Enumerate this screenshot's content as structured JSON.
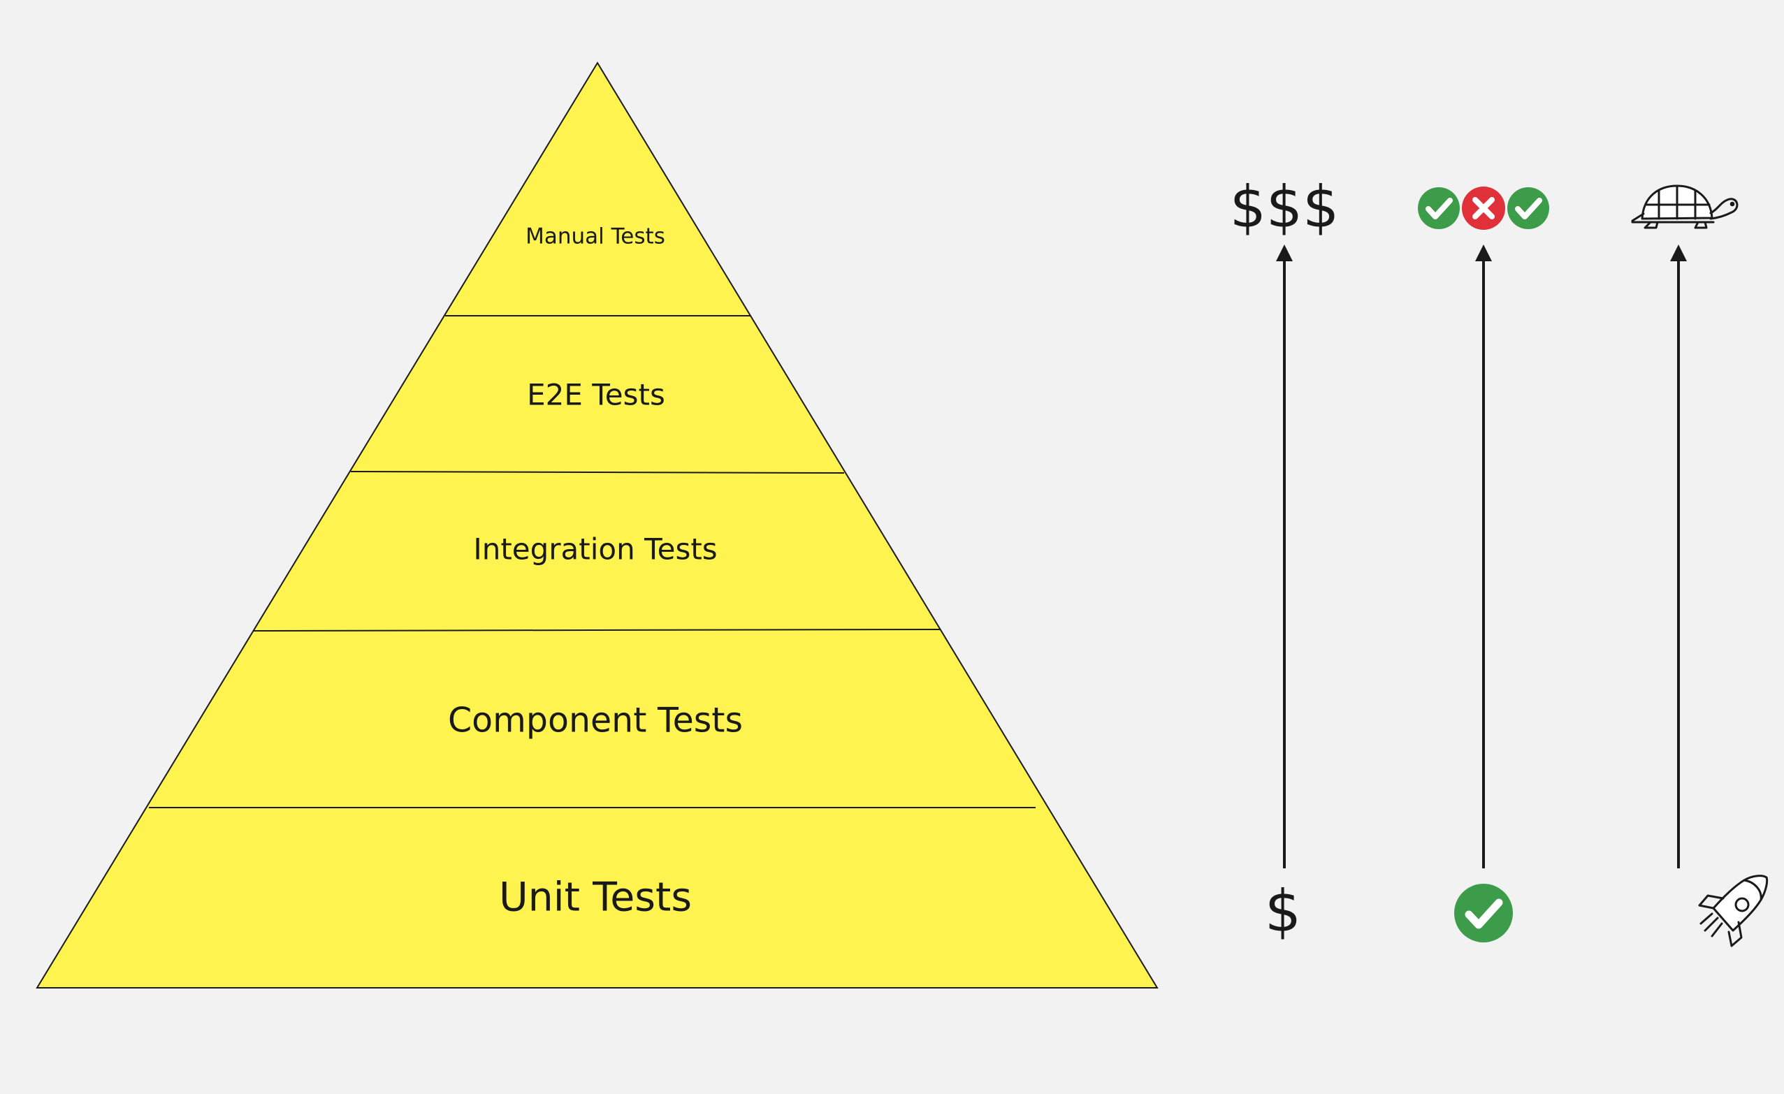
{
  "pyramid": {
    "fill_color": "#fff44f",
    "stroke_color": "#1a1a1a",
    "tiers": [
      {
        "label": "Manual Tests"
      },
      {
        "label": "E2E Tests"
      },
      {
        "label": "Integration Tests"
      },
      {
        "label": "Component Tests"
      },
      {
        "label": "Unit Tests"
      }
    ]
  },
  "scales": {
    "cost": {
      "top_label": "$$$",
      "bottom_label": "$"
    },
    "reliability": {
      "top_icons": [
        "check-icon",
        "cross-icon",
        "check-icon"
      ],
      "bottom_icon": "check-icon",
      "check_color": "#3d9c4a",
      "cross_color": "#e0303a"
    },
    "speed": {
      "top_icon": "turtle-icon",
      "bottom_icon": "rocket-icon"
    }
  }
}
